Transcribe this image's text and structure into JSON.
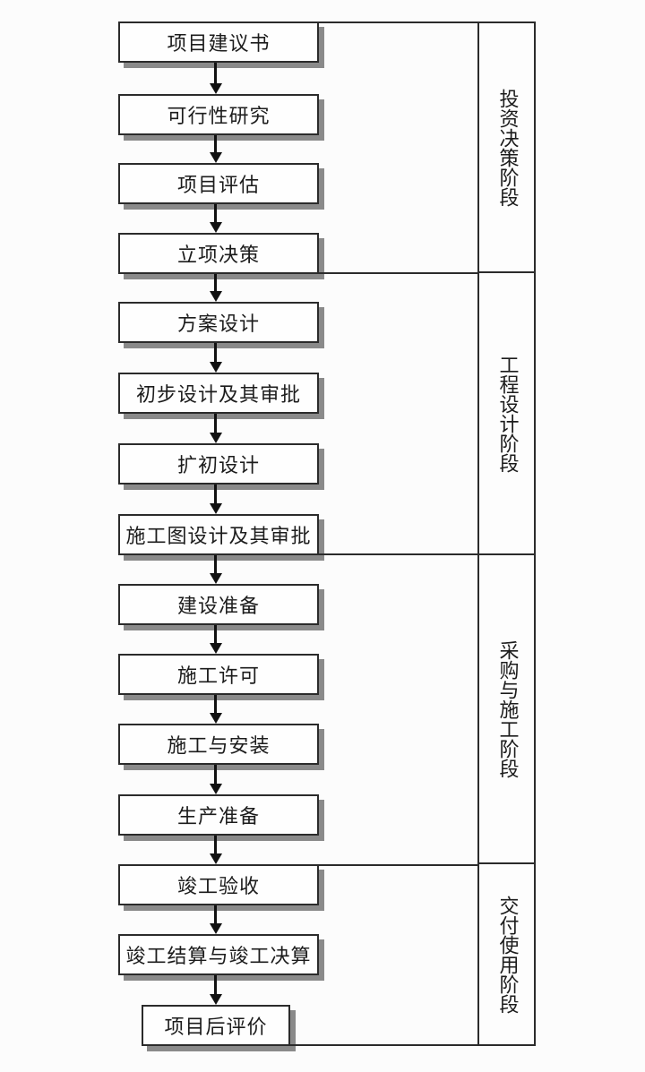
{
  "flow": {
    "boxes": [
      {
        "label": "项目建议书"
      },
      {
        "label": "可行性研究"
      },
      {
        "label": "项目评估"
      },
      {
        "label": "立项决策"
      },
      {
        "label": "方案设计"
      },
      {
        "label": "初步设计及其审批"
      },
      {
        "label": "扩初设计"
      },
      {
        "label": "施工图设计及其审批"
      },
      {
        "label": "建设准备"
      },
      {
        "label": "施工许可"
      },
      {
        "label": "施工与安装"
      },
      {
        "label": "生产准备"
      },
      {
        "label": "竣工验收"
      },
      {
        "label": "竣工结算与竣工决算"
      },
      {
        "label": "项目后评价"
      }
    ],
    "phases": [
      {
        "label": "投资决策阶段"
      },
      {
        "label": "工程设计阶段"
      },
      {
        "label": "采购与施工阶段"
      },
      {
        "label": "交付使用阶段"
      }
    ],
    "colors": {
      "line": "#2b2b2b",
      "arrow": "#111111",
      "shadow": "#8a8a8a",
      "background": "#fcfcfc",
      "text": "#1c1c1c"
    }
  }
}
